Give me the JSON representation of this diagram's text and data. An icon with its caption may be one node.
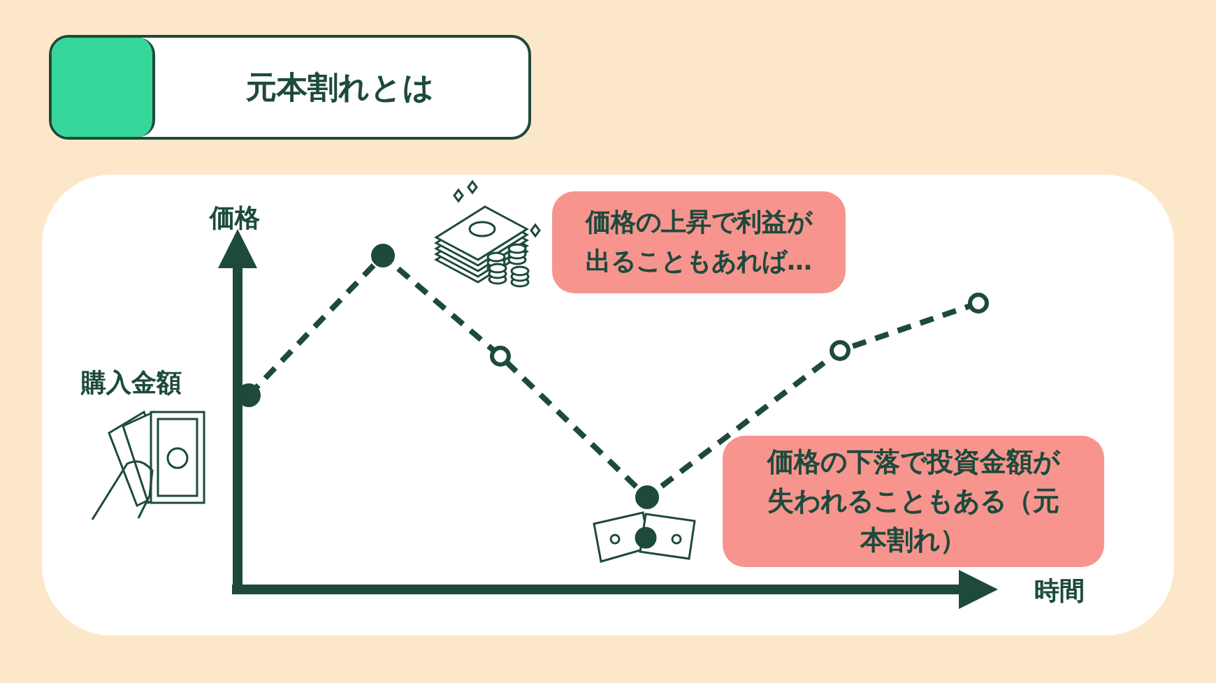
{
  "diagram": {
    "title": "元本割れとは",
    "nodes": [
      {
        "text": [
          "価格の上昇で利益が出ることもあれば…"
        ]
      },
      {
        "text": [
          "価格の下落で投資金額が失われることもある（元本割れ）"
        ]
      }
    ],
    "labels": [
      "価格",
      "購入金額",
      "時間"
    ]
  }
}
